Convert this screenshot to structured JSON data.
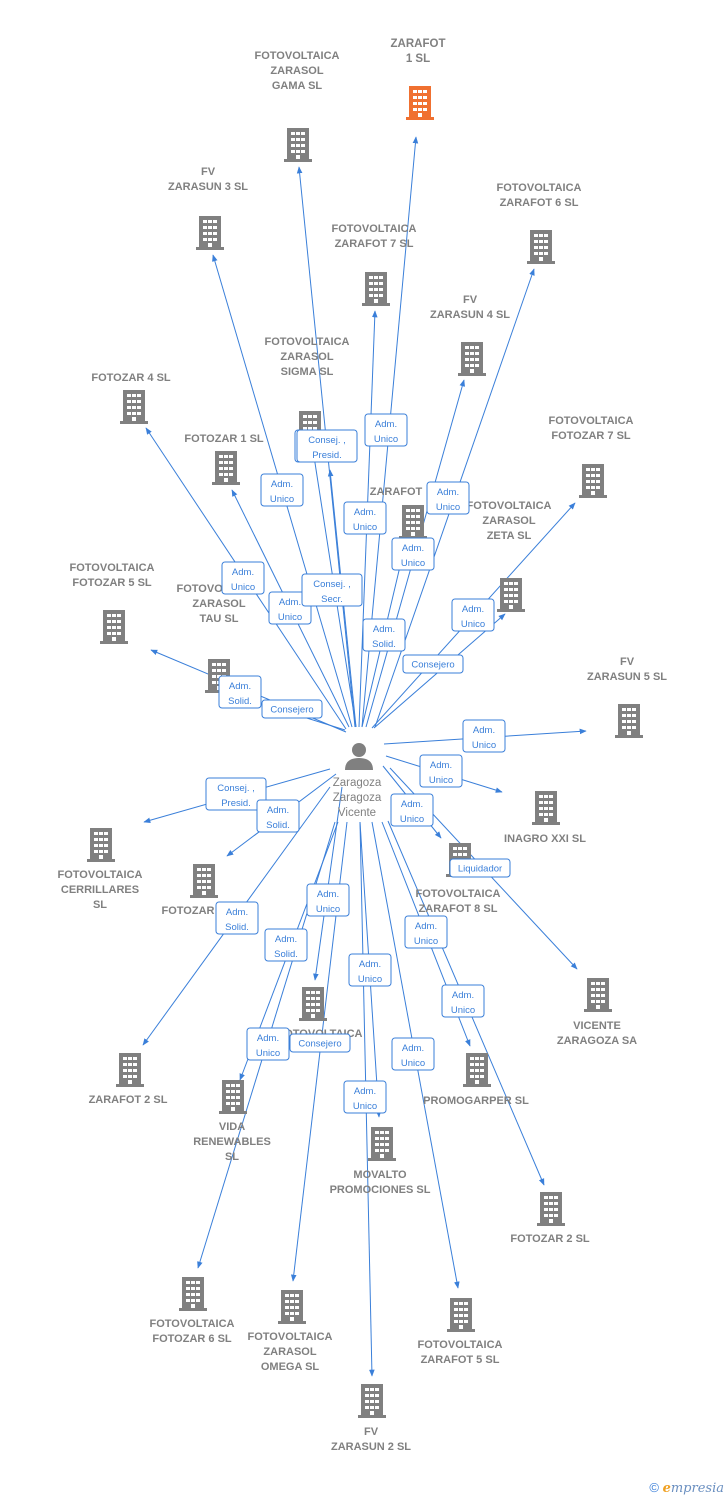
{
  "person": {
    "lines": [
      "Zaragoza",
      "Zaragoza",
      "Vicente"
    ]
  },
  "colors": {
    "edge": "#3a7fd9",
    "building": "#808080",
    "focus": "#f07030"
  },
  "companies": [
    {
      "id": "c01",
      "lines": [
        "ZARAFOT",
        "1  SL"
      ],
      "focus": true
    },
    {
      "id": "c02",
      "lines": [
        "FOTOVOLTAICA",
        "ZARASOL",
        "GAMA  SL"
      ]
    },
    {
      "id": "c03",
      "lines": [
        "FV",
        "ZARASUN 3  SL"
      ]
    },
    {
      "id": "c04",
      "lines": [
        "FOTOVOLTAICA",
        "ZARAFOT 6  SL"
      ]
    },
    {
      "id": "c05",
      "lines": [
        "FOTOVOLTAICA",
        "ZARAFOT 7  SL"
      ]
    },
    {
      "id": "c06",
      "lines": [
        "FV",
        "ZARASUN 4  SL"
      ]
    },
    {
      "id": "c07",
      "lines": [
        "FOTOZAR 4  SL"
      ]
    },
    {
      "id": "c08",
      "lines": [
        "FOTOVOLTAICA",
        "ZARASOL",
        "SIGMA  SL"
      ]
    },
    {
      "id": "c09",
      "lines": [
        "FOTOZAR 1  SL"
      ]
    },
    {
      "id": "c10",
      "lines": [
        "FOTOVOLTAICA",
        "FOTOZAR 7  SL"
      ]
    },
    {
      "id": "c11",
      "lines": [
        "ZARAFOT"
      ]
    },
    {
      "id": "c12",
      "lines": [
        "FOTOVOLTAICA",
        "ZARASOL",
        "ZETA  SL"
      ]
    },
    {
      "id": "c13",
      "lines": [
        "FOTOVOLTAICA",
        "FOTOZAR 5  SL"
      ]
    },
    {
      "id": "c14",
      "lines": [
        "FOTOVOLTAICA",
        "ZARASOL",
        "TAU  SL"
      ]
    },
    {
      "id": "c15",
      "lines": [
        "FV",
        "ZARASUN 5  SL"
      ]
    },
    {
      "id": "c16",
      "lines": [
        "INAGRO XXI SL"
      ]
    },
    {
      "id": "c17",
      "lines": [
        "FOTOVOLTAICA",
        "CERRILLARES",
        "SL"
      ]
    },
    {
      "id": "c18",
      "lines": [
        "FOTOZAR"
      ]
    },
    {
      "id": "c19",
      "lines": [
        "FOTOVOLTAICA",
        "ZARAFOT 8  SL"
      ]
    },
    {
      "id": "c20",
      "lines": [
        "VICENTE",
        "ZARAGOZA SA"
      ]
    },
    {
      "id": "c21",
      "lines": [
        "FOTOVOLTAICA"
      ]
    },
    {
      "id": "c22",
      "lines": [
        "ZARAFOT 2  SL"
      ]
    },
    {
      "id": "c23",
      "lines": [
        "VIDA",
        "RENEWABLES",
        "SL"
      ]
    },
    {
      "id": "c24",
      "lines": [
        "PROMOGARPER SL"
      ]
    },
    {
      "id": "c25",
      "lines": [
        "MOVALTO",
        "PROMOCIONES SL"
      ]
    },
    {
      "id": "c26",
      "lines": [
        "FOTOZAR 2  SL"
      ]
    },
    {
      "id": "c27",
      "lines": [
        "FOTOVOLTAICA",
        "FOTOZAR 6  SL"
      ]
    },
    {
      "id": "c28",
      "lines": [
        "FOTOVOLTAICA",
        "ZARASOL",
        "OMEGA  SL"
      ]
    },
    {
      "id": "c29",
      "lines": [
        "FOTOVOLTAICA",
        "ZARAFOT 5  SL"
      ]
    },
    {
      "id": "c30",
      "lines": [
        "FV",
        "ZARASUN 2  SL"
      ]
    }
  ],
  "relations": [
    {
      "to": "c01",
      "lines": [
        "Adm.",
        "Unico"
      ]
    },
    {
      "to": "c02",
      "lines": [
        "Adm.",
        "Unico"
      ]
    },
    {
      "to": "c03",
      "lines": [
        "Adm.",
        "Unico"
      ]
    },
    {
      "to": "c04",
      "lines": [
        "Adm.",
        "Unico"
      ]
    },
    {
      "to": "c05",
      "lines": [
        "Adm.",
        "Unico"
      ]
    },
    {
      "to": "c06",
      "lines": [
        "Adm.",
        "Unico"
      ]
    },
    {
      "to": "c07",
      "lines": [
        "Adm.",
        "Unico"
      ]
    },
    {
      "to": "c08",
      "lines": [
        "Consej. ,",
        "Presid."
      ]
    },
    {
      "to": "c09",
      "lines": [
        "Adm.",
        "Unico"
      ]
    },
    {
      "to": "c10",
      "lines": [
        "Adm.",
        "Unico"
      ]
    },
    {
      "to": "c11",
      "lines": [
        "Adm.",
        "Solid."
      ]
    },
    {
      "to": "c12",
      "lines": [
        "Consejero"
      ]
    },
    {
      "to": "c13",
      "lines": [
        "Adm.",
        "Solid."
      ]
    },
    {
      "to": "c14",
      "lines": [
        "Consejero"
      ]
    },
    {
      "to": "c08b",
      "lines": [
        "Consej. ,",
        "Secr."
      ]
    },
    {
      "to": "c15",
      "lines": [
        "Adm.",
        "Unico"
      ]
    },
    {
      "to": "c16",
      "lines": [
        "Adm.",
        "Unico"
      ]
    },
    {
      "to": "c17",
      "lines": [
        "Consej. ,",
        "Presid."
      ]
    },
    {
      "to": "c18",
      "lines": [
        "Adm.",
        "Solid."
      ]
    },
    {
      "to": "c19",
      "lines": [
        "Adm.",
        "Unico"
      ]
    },
    {
      "to": "c20",
      "lines": [
        "Liquidador"
      ]
    },
    {
      "to": "c21",
      "lines": [
        "Adm.",
        "Unico"
      ]
    },
    {
      "to": "c22",
      "lines": [
        "Adm.",
        "Solid."
      ]
    },
    {
      "to": "c23",
      "lines": [
        "Adm.",
        "Solid."
      ]
    },
    {
      "to": "c24",
      "lines": [
        "Adm.",
        "Unico"
      ]
    },
    {
      "to": "c25",
      "lines": [
        "Adm.",
        "Unico"
      ]
    },
    {
      "to": "c26",
      "lines": [
        "Adm.",
        "Unico"
      ]
    },
    {
      "to": "c27",
      "lines": [
        "Adm.",
        "Unico"
      ]
    },
    {
      "to": "c28",
      "lines": [
        "Consejero"
      ]
    },
    {
      "to": "c29",
      "lines": [
        "Adm.",
        "Unico"
      ]
    },
    {
      "to": "c30",
      "lines": [
        "Adm.",
        "Unico"
      ]
    }
  ],
  "footer": {
    "copyright": "©",
    "brand_e": "e",
    "brand_rest": "mpresia"
  }
}
